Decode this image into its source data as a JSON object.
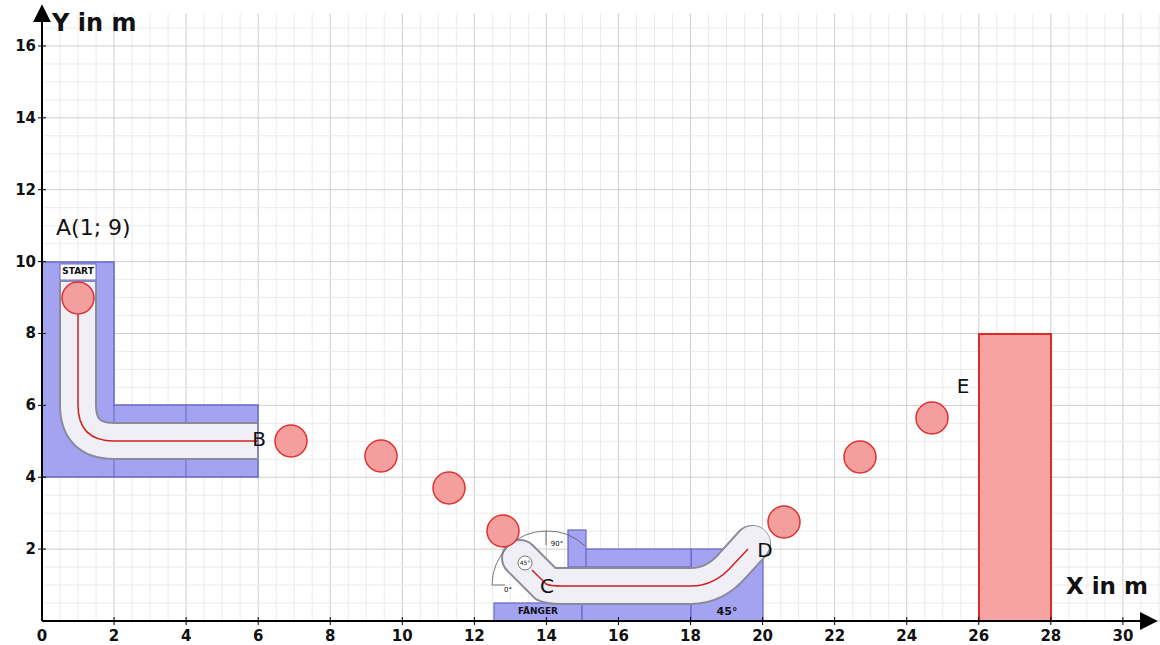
{
  "diagram": {
    "labels": [
      "Y in m",
      "X in m",
      "0",
      "2",
      "4",
      "6",
      "8",
      "10",
      "12",
      "14",
      "16",
      "18",
      "20",
      "22",
      "24",
      "26",
      "28",
      "30",
      "2",
      "4",
      "6",
      "8",
      "10",
      "12",
      "14",
      "16",
      "A(1; 9)",
      "START",
      "B",
      "C",
      "D",
      "E",
      "FÄNGER",
      "45°",
      "90°",
      "45°",
      "0°"
    ]
  }
}
